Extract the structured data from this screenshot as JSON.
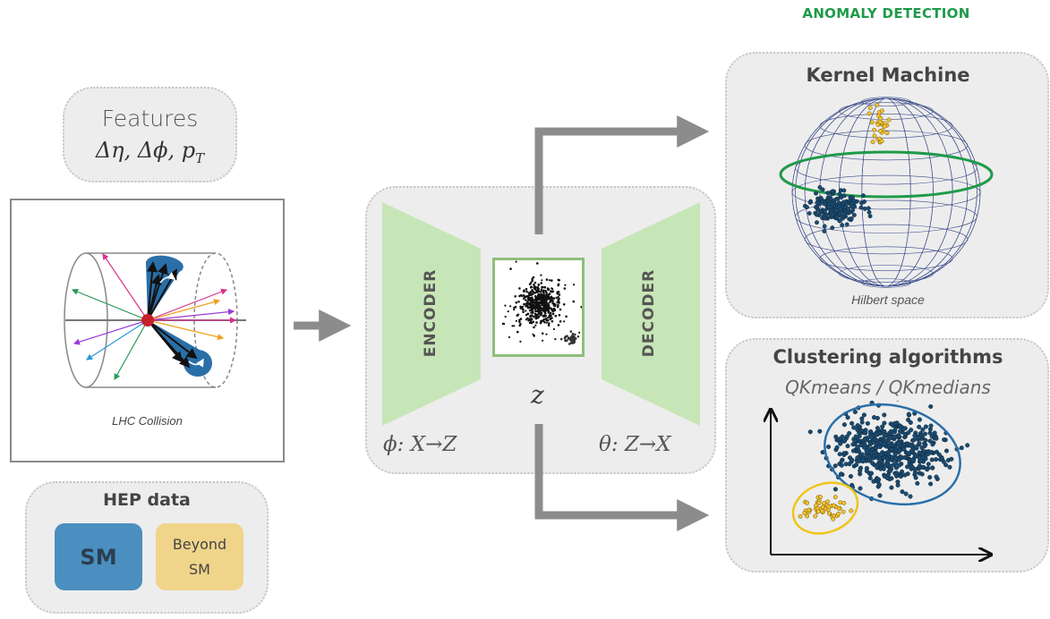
{
  "header": {
    "anomaly_label": "ANOMALY DETECTION"
  },
  "features": {
    "title": "Features",
    "math": "Δη, Δϕ, p_T"
  },
  "collision": {
    "caption": "LHC Collision"
  },
  "hep_data": {
    "title": "HEP data",
    "sm_label": "SM",
    "bsm_line1": "Beyond",
    "bsm_line2": "SM"
  },
  "autoencoder": {
    "encoder_label": "ENCODER",
    "decoder_label": "DECODER",
    "latent_symbol": "z",
    "encoder_map": "ϕ: X→Z",
    "decoder_map": "θ: Z→X"
  },
  "kernel": {
    "title": "Kernel Machine",
    "space_caption": "Hilbert space"
  },
  "clustering": {
    "title": "Clustering algorithms",
    "subtitle": "QKmeans / QKmedians"
  },
  "colors": {
    "sm_blue": "#4a8fbf",
    "bsm_yellow": "#f0d48a",
    "accent_green": "#1f9a4a",
    "codec_green": "#c7e6b7",
    "arrow_gray": "#8c8c8c"
  }
}
